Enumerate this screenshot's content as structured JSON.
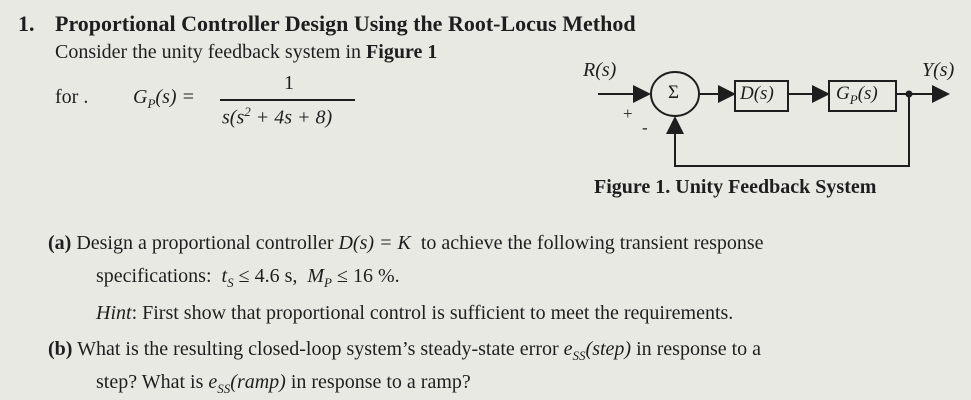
{
  "problem": {
    "number": "1.",
    "title": "Proportional Controller Design Using the Root-Locus Method",
    "intro": "Consider the unity feedback system in",
    "intro_ref": "Figure 1",
    "for_label": "for .",
    "tf_lhs": "G",
    "tf_sub": "P",
    "tf_args": "(s) =",
    "tf_num": "1",
    "tf_den_a": "s(s",
    "tf_den_exp": "2",
    "tf_den_b": " + 4s + 8)"
  },
  "figure": {
    "input_label": "R(s)",
    "output_label": "Y(s)",
    "sum_symbol": "Σ",
    "plus_sign": "+",
    "minus_sign": "-",
    "controller": "D(s)",
    "plant": "G",
    "plant_sub": "P",
    "plant_args": "(s)",
    "caption": "Figure 1.  Unity Feedback System"
  },
  "part_a": {
    "label": "(a)",
    "line1": "Design a proportional controller",
    "controller_expr": "D(s) = K",
    "line1_end": "to achieve the following transient response",
    "line2_prefix": "specifications:",
    "ts_sym": "t",
    "ts_sub": "S",
    "ts_cond": "≤ 4.6 s,",
    "mp_sym": "M",
    "mp_sub": "P",
    "mp_cond": "≤ 16 %.",
    "hint_label": "Hint",
    "hint_text": ": First show that proportional control is sufficient to meet the requirements."
  },
  "part_b": {
    "label": "(b)",
    "line1": "What is the resulting closed-loop system’s steady-state error",
    "ess_sym": "e",
    "ess_sub": "SS",
    "ess_step_arg": "(step)",
    "line1_end": "in response to a",
    "line2_a": "step?  What is",
    "ess_ramp_arg": "(ramp)",
    "line2_b": "in response to a ramp?"
  }
}
